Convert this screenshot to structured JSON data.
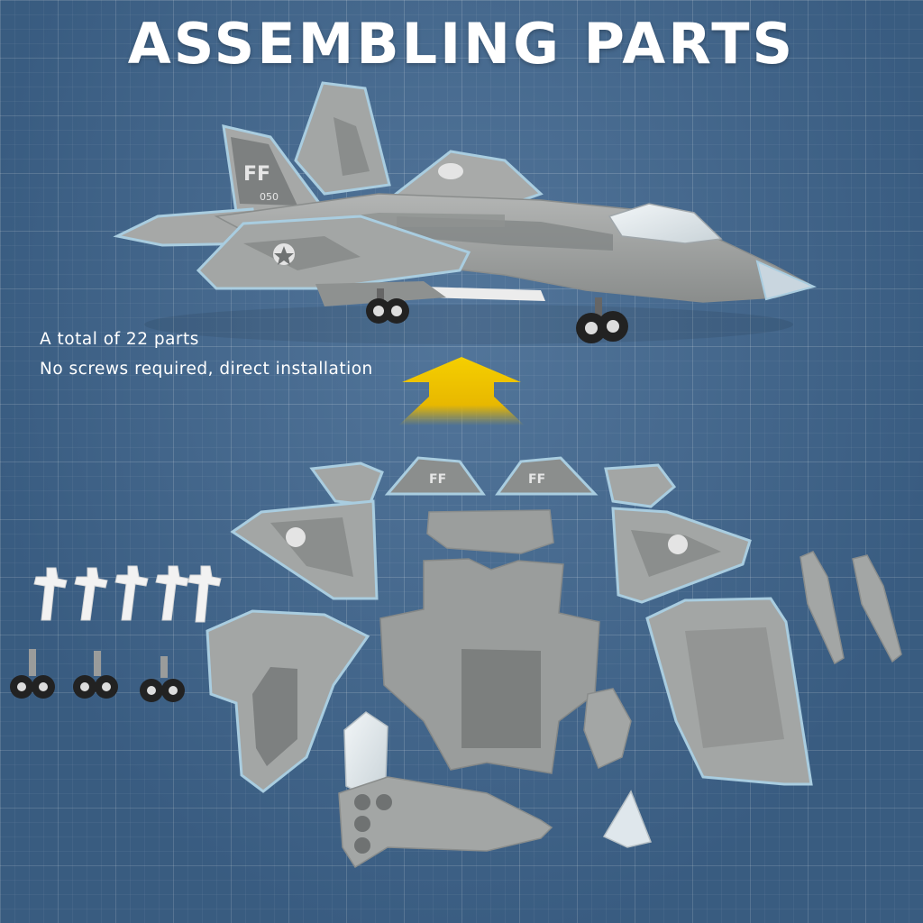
{
  "title": "ASSEMBLING PARTS",
  "info": {
    "total_parts": "A total of 22 parts",
    "note": "No screws required, direct installation"
  },
  "markings": {
    "tail_code": "FF",
    "tail_number": "050"
  },
  "colors": {
    "background": "#3f668f",
    "part_gray": "#9a9c9b",
    "part_dark": "#7d8080",
    "trim_blue": "#a9cde0",
    "arrow": "#f2c200"
  }
}
